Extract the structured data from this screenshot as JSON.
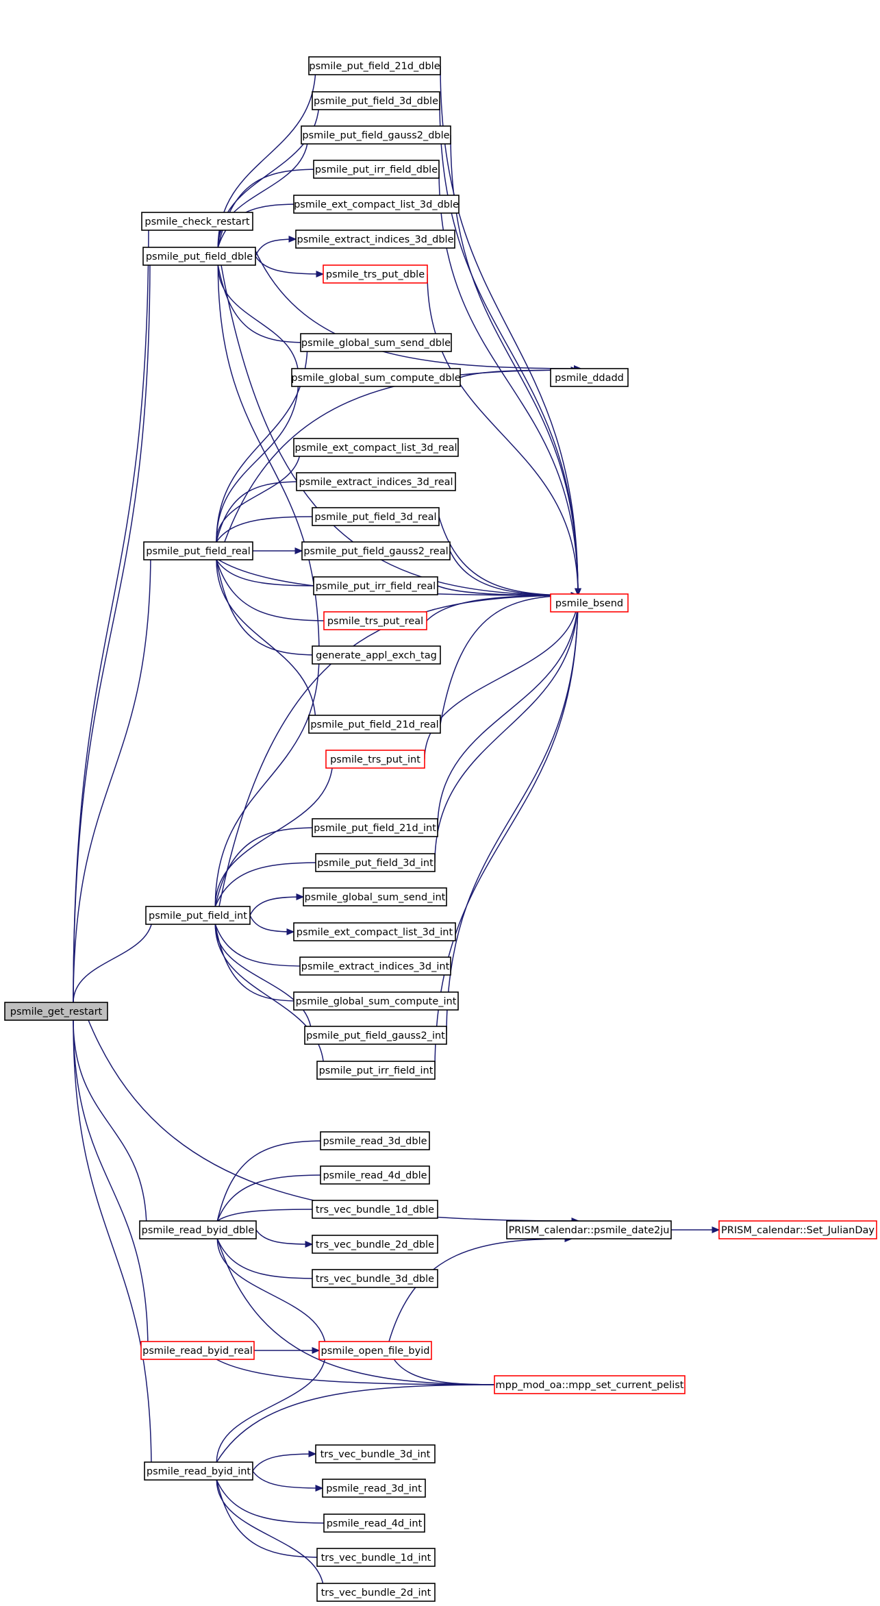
{
  "colors": {
    "edge": "#191970",
    "border_normal": "#000000",
    "border_truncated": "#ff0000",
    "fill_root": "#bfbfbf",
    "fill_normal": "#ffffff"
  },
  "nodes": [
    {
      "id": "get_restart",
      "label": "psmile_get_restart",
      "style": "root"
    },
    {
      "id": "check_restart",
      "label": "psmile_check_restart",
      "style": "normal"
    },
    {
      "id": "put_dble",
      "label": "psmile_put_field_dble",
      "style": "normal"
    },
    {
      "id": "put_real",
      "label": "psmile_put_field_real",
      "style": "normal"
    },
    {
      "id": "put_int",
      "label": "psmile_put_field_int",
      "style": "normal"
    },
    {
      "id": "read_dble",
      "label": "psmile_read_byid_dble",
      "style": "normal"
    },
    {
      "id": "read_real",
      "label": "psmile_read_byid_real",
      "style": "truncated"
    },
    {
      "id": "read_int",
      "label": "psmile_read_byid_int",
      "style": "normal"
    },
    {
      "id": "p21d_dble",
      "label": "psmile_put_field_21d_dble",
      "style": "normal"
    },
    {
      "id": "p3d_dble",
      "label": "psmile_put_field_3d_dble",
      "style": "normal"
    },
    {
      "id": "pg2_dble",
      "label": "psmile_put_field_gauss2_dble",
      "style": "normal"
    },
    {
      "id": "pirr_dble",
      "label": "psmile_put_irr_field_dble",
      "style": "normal"
    },
    {
      "id": "ecl_dble",
      "label": "psmile_ext_compact_list_3d_dble",
      "style": "normal"
    },
    {
      "id": "ei_dble",
      "label": "psmile_extract_indices_3d_dble",
      "style": "normal"
    },
    {
      "id": "trs_dble",
      "label": "psmile_trs_put_dble",
      "style": "truncated"
    },
    {
      "id": "gss_dble",
      "label": "psmile_global_sum_send_dble",
      "style": "normal"
    },
    {
      "id": "gsc_dble",
      "label": "psmile_global_sum_compute_dble",
      "style": "normal"
    },
    {
      "id": "ddadd",
      "label": "psmile_ddadd",
      "style": "normal"
    },
    {
      "id": "ecl_real",
      "label": "psmile_ext_compact_list_3d_real",
      "style": "normal"
    },
    {
      "id": "ei_real",
      "label": "psmile_extract_indices_3d_real",
      "style": "normal"
    },
    {
      "id": "p3d_real",
      "label": "psmile_put_field_3d_real",
      "style": "normal"
    },
    {
      "id": "pg2_real",
      "label": "psmile_put_field_gauss2_real",
      "style": "normal"
    },
    {
      "id": "pirr_real",
      "label": "psmile_put_irr_field_real",
      "style": "normal"
    },
    {
      "id": "trs_real",
      "label": "psmile_trs_put_real",
      "style": "truncated"
    },
    {
      "id": "bsend",
      "label": "psmile_bsend",
      "style": "truncated"
    },
    {
      "id": "gen_tag",
      "label": "generate_appl_exch_tag",
      "style": "normal"
    },
    {
      "id": "p21d_real",
      "label": "psmile_put_field_21d_real",
      "style": "normal"
    },
    {
      "id": "trs_int",
      "label": "psmile_trs_put_int",
      "style": "truncated"
    },
    {
      "id": "p21d_int",
      "label": "psmile_put_field_21d_int",
      "style": "normal"
    },
    {
      "id": "p3d_int",
      "label": "psmile_put_field_3d_int",
      "style": "normal"
    },
    {
      "id": "gss_int",
      "label": "psmile_global_sum_send_int",
      "style": "normal"
    },
    {
      "id": "ecl_int",
      "label": "psmile_ext_compact_list_3d_int",
      "style": "normal"
    },
    {
      "id": "ei_int",
      "label": "psmile_extract_indices_3d_int",
      "style": "normal"
    },
    {
      "id": "gsc_int",
      "label": "psmile_global_sum_compute_int",
      "style": "normal"
    },
    {
      "id": "pg2_int",
      "label": "psmile_put_field_gauss2_int",
      "style": "normal"
    },
    {
      "id": "pirr_int",
      "label": "psmile_put_irr_field_int",
      "style": "normal"
    },
    {
      "id": "r3d_dble",
      "label": "psmile_read_3d_dble",
      "style": "normal"
    },
    {
      "id": "r4d_dble",
      "label": "psmile_read_4d_dble",
      "style": "normal"
    },
    {
      "id": "tvb1_dble",
      "label": "trs_vec_bundle_1d_dble",
      "style": "normal"
    },
    {
      "id": "tvb2_dble",
      "label": "trs_vec_bundle_2d_dble",
      "style": "normal"
    },
    {
      "id": "tvb3_dble",
      "label": "trs_vec_bundle_3d_dble",
      "style": "normal"
    },
    {
      "id": "date2ju",
      "label": "PRISM_calendar::psmile_date2ju",
      "style": "normal"
    },
    {
      "id": "julian",
      "label": "PRISM_calendar::Set_JulianDay",
      "style": "truncated"
    },
    {
      "id": "open_file",
      "label": "psmile_open_file_byid",
      "style": "truncated"
    },
    {
      "id": "pelist",
      "label": "mpp_mod_oa::mpp_set_current_pelist",
      "style": "truncated"
    },
    {
      "id": "tvb3_int",
      "label": "trs_vec_bundle_3d_int",
      "style": "normal"
    },
    {
      "id": "r3d_int",
      "label": "psmile_read_3d_int",
      "style": "normal"
    },
    {
      "id": "r4d_int",
      "label": "psmile_read_4d_int",
      "style": "normal"
    },
    {
      "id": "tvb1_int",
      "label": "trs_vec_bundle_1d_int",
      "style": "normal"
    },
    {
      "id": "tvb2_int",
      "label": "trs_vec_bundle_2d_int",
      "style": "normal"
    }
  ],
  "edges": [
    [
      "get_restart",
      "check_restart"
    ],
    [
      "get_restart",
      "put_dble"
    ],
    [
      "get_restart",
      "put_real"
    ],
    [
      "get_restart",
      "put_int"
    ],
    [
      "get_restart",
      "read_dble"
    ],
    [
      "get_restart",
      "read_real"
    ],
    [
      "get_restart",
      "read_int"
    ],
    [
      "get_restart",
      "date2ju"
    ],
    [
      "put_dble",
      "p21d_dble"
    ],
    [
      "put_dble",
      "p3d_dble"
    ],
    [
      "put_dble",
      "pg2_dble"
    ],
    [
      "put_dble",
      "pirr_dble"
    ],
    [
      "put_dble",
      "ecl_dble"
    ],
    [
      "put_dble",
      "ei_dble"
    ],
    [
      "put_dble",
      "trs_dble"
    ],
    [
      "put_dble",
      "gss_dble"
    ],
    [
      "put_dble",
      "gsc_dble"
    ],
    [
      "put_dble",
      "ddadd"
    ],
    [
      "put_dble",
      "bsend"
    ],
    [
      "put_dble",
      "gen_tag"
    ],
    [
      "p21d_dble",
      "bsend"
    ],
    [
      "p3d_dble",
      "bsend"
    ],
    [
      "pg2_dble",
      "bsend"
    ],
    [
      "pirr_dble",
      "bsend"
    ],
    [
      "trs_dble",
      "bsend"
    ],
    [
      "gsc_dble",
      "ddadd"
    ],
    [
      "put_real",
      "ecl_real"
    ],
    [
      "put_real",
      "ei_real"
    ],
    [
      "put_real",
      "p3d_real"
    ],
    [
      "put_real",
      "pg2_real"
    ],
    [
      "put_real",
      "pirr_real"
    ],
    [
      "put_real",
      "trs_real"
    ],
    [
      "put_real",
      "gen_tag"
    ],
    [
      "put_real",
      "p21d_real"
    ],
    [
      "put_real",
      "gss_dble"
    ],
    [
      "put_real",
      "gsc_dble"
    ],
    [
      "put_real",
      "ddadd"
    ],
    [
      "put_real",
      "bsend"
    ],
    [
      "p3d_real",
      "bsend"
    ],
    [
      "pg2_real",
      "bsend"
    ],
    [
      "pirr_real",
      "bsend"
    ],
    [
      "trs_real",
      "bsend"
    ],
    [
      "p21d_real",
      "bsend"
    ],
    [
      "put_int",
      "gen_tag"
    ],
    [
      "put_int",
      "trs_int"
    ],
    [
      "put_int",
      "bsend"
    ],
    [
      "put_int",
      "p21d_int"
    ],
    [
      "put_int",
      "p3d_int"
    ],
    [
      "put_int",
      "gss_int"
    ],
    [
      "put_int",
      "ecl_int"
    ],
    [
      "put_int",
      "ei_int"
    ],
    [
      "put_int",
      "gsc_int"
    ],
    [
      "put_int",
      "pg2_int"
    ],
    [
      "put_int",
      "pirr_int"
    ],
    [
      "trs_int",
      "bsend"
    ],
    [
      "p21d_int",
      "bsend"
    ],
    [
      "p3d_int",
      "bsend"
    ],
    [
      "pg2_int",
      "bsend"
    ],
    [
      "pirr_int",
      "bsend"
    ],
    [
      "read_dble",
      "r3d_dble"
    ],
    [
      "read_dble",
      "r4d_dble"
    ],
    [
      "read_dble",
      "tvb1_dble"
    ],
    [
      "read_dble",
      "tvb2_dble"
    ],
    [
      "read_dble",
      "tvb3_dble"
    ],
    [
      "read_dble",
      "open_file"
    ],
    [
      "read_dble",
      "pelist"
    ],
    [
      "read_real",
      "open_file"
    ],
    [
      "read_real",
      "pelist"
    ],
    [
      "read_int",
      "open_file"
    ],
    [
      "read_int",
      "pelist"
    ],
    [
      "read_int",
      "tvb3_int"
    ],
    [
      "read_int",
      "r3d_int"
    ],
    [
      "read_int",
      "r4d_int"
    ],
    [
      "read_int",
      "tvb1_int"
    ],
    [
      "read_int",
      "tvb2_int"
    ],
    [
      "open_file",
      "date2ju"
    ],
    [
      "open_file",
      "pelist"
    ],
    [
      "date2ju",
      "julian"
    ]
  ]
}
